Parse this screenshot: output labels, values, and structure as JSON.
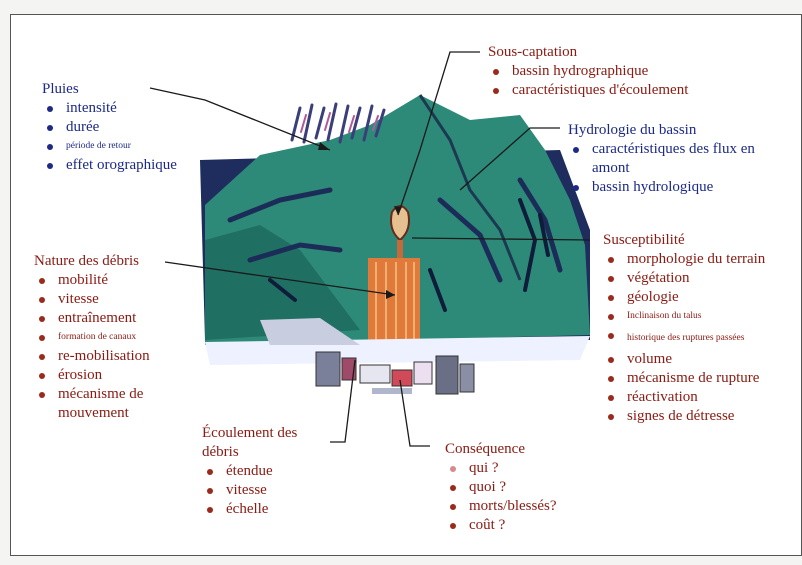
{
  "pluies": {
    "title": "Pluies",
    "items": [
      "intensité",
      "durée",
      "période de retour",
      "effet orographique"
    ]
  },
  "sous_captation": {
    "title": "Sous-captation",
    "items": [
      "bassin hydrographique",
      "caractéristiques d'écoulement"
    ]
  },
  "hydrologie": {
    "title": "Hydrologie du bassin",
    "items": [
      "caractéristiques des flux en amont",
      "bassin hydrologique"
    ]
  },
  "susceptibilite": {
    "title": "Susceptibilité",
    "items": [
      "morphologie du terrain",
      "végétation",
      "géologie",
      "Inclinaison du talus",
      "historique des ruptures passées",
      "volume",
      "mécanisme de rupture",
      "réactivation",
      "signes de détresse"
    ]
  },
  "nature_debris": {
    "title": "Nature des débris",
    "items": [
      "mobilité",
      "vitesse",
      "entraînement",
      "formation de canaux",
      "re-mobilisation",
      "érosion",
      "mécanisme de mouvement"
    ]
  },
  "ecoulement": {
    "title": "Écoulement des débris",
    "items": [
      "étendue",
      "vitesse",
      "échelle"
    ]
  },
  "consequence": {
    "title": "Conséquence",
    "items": [
      "qui ?",
      "quoi ?",
      "morts/blessés?",
      "coût ?"
    ]
  },
  "colors": {
    "blue_text": "#1c2a86",
    "red_text": "#8a1a12",
    "mountain": "#2e8a78",
    "sky": "#1e2c5e",
    "debris_flow": "#e07a3a"
  }
}
